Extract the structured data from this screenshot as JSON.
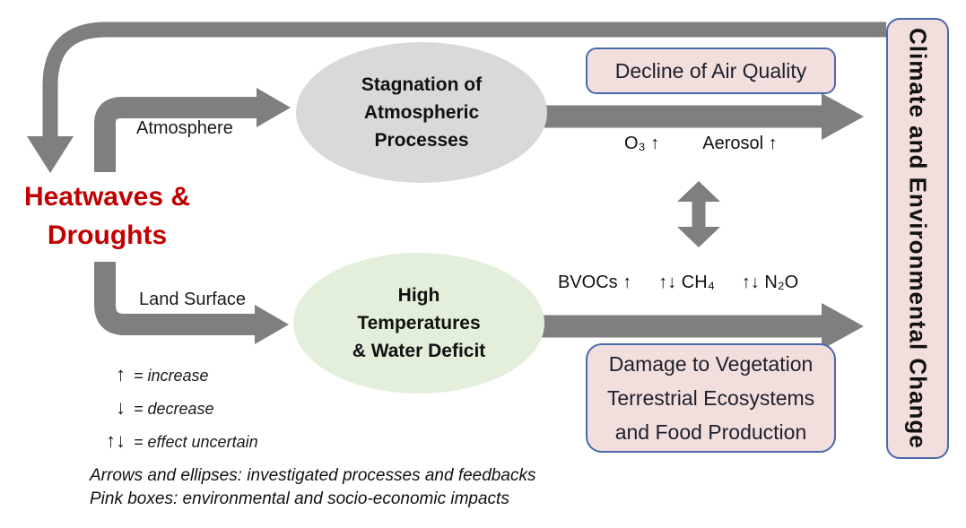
{
  "diagram": {
    "source_node": {
      "line1": "Heatwaves &",
      "line2": "Droughts"
    },
    "pathways": {
      "atmosphere_label": "Atmosphere",
      "land_surface_label": "Land Surface"
    },
    "process_ellipses": {
      "atmospheric": {
        "line1": "Stagnation of",
        "line2": "Atmospheric",
        "line3": "Processes"
      },
      "land": {
        "line1": "High",
        "line2": "Temperatures",
        "line3": "& Water Deficit"
      }
    },
    "impact_boxes": {
      "air_quality": {
        "label": "Decline of Air Quality"
      },
      "vegetation": {
        "line1": "Damage to Vegetation",
        "line2": "Terrestrial Ecosystems",
        "line3": "and Food Production"
      },
      "climate": {
        "label": "Climate and Environmental Change"
      }
    },
    "emissions": {
      "upper": [
        "O₃ ↑",
        "Aerosol ↑"
      ],
      "lower": [
        "BVOCs ↑",
        "↑↓ CH₄",
        "↑↓ N₂O"
      ]
    },
    "legend": {
      "items": [
        {
          "symbol": "↑",
          "meaning": "= increase"
        },
        {
          "symbol": "↓",
          "meaning": "= decrease"
        },
        {
          "symbol": "↑↓",
          "meaning": "= effect uncertain"
        }
      ]
    },
    "caption": {
      "line1": "Arrows and ellipses: investigated processes and feedbacks",
      "line2": "Pink boxes: environmental and socio-economic impacts"
    },
    "colors": {
      "arrow_gray": "#7f7f7f",
      "ellipse_gray": "#d9d9d9",
      "ellipse_green": "#e3efdb",
      "impact_pink": "#f2dfdd",
      "box_border_blue": "#4a69ad",
      "title_red": "#c00000"
    }
  }
}
